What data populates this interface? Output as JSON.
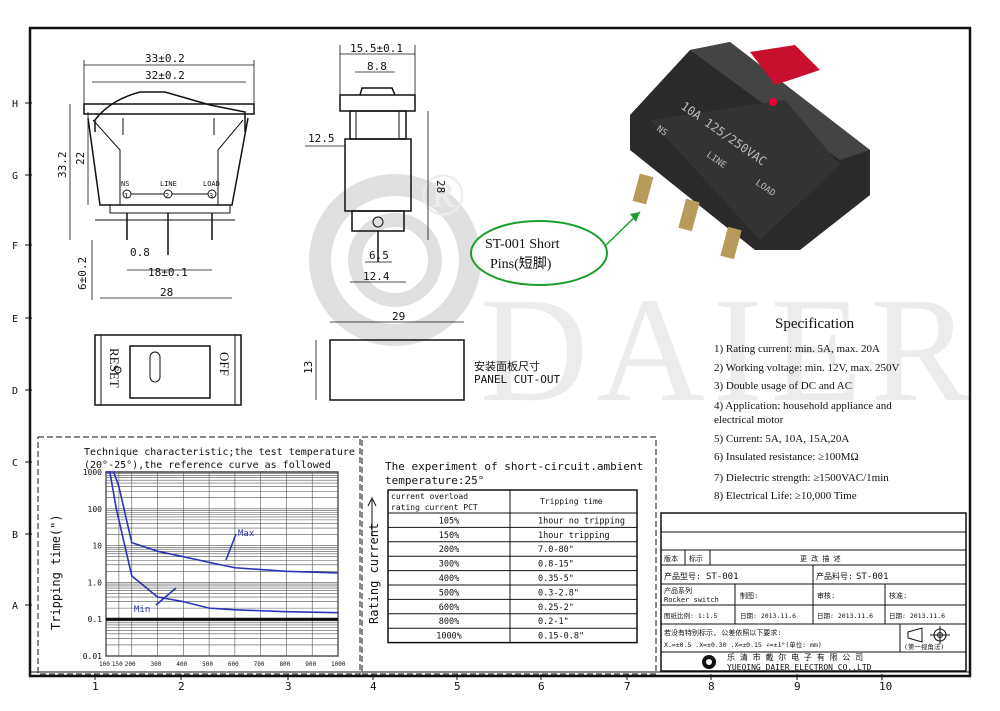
{
  "frame": {
    "rows": [
      "H",
      "G",
      "F",
      "E",
      "D",
      "C",
      "B",
      "A"
    ],
    "cols": [
      "1",
      "2",
      "3",
      "4",
      "5",
      "6",
      "7",
      "8",
      "9",
      "10"
    ]
  },
  "watermark": {
    "text": "DAIER",
    "reg": "®"
  },
  "front_view": {
    "dims": [
      "33±0.2",
      "32±0.2",
      "33.2",
      "22",
      "0.8",
      "18±0.1",
      "6±0.2",
      "28"
    ],
    "terminals": [
      "NS",
      "LINE",
      "LOAD"
    ],
    "terminal_numbers": [
      "1",
      "2",
      "3"
    ]
  },
  "side_view": {
    "dims": [
      "15.5±0.1",
      "8.8",
      "12.5",
      "28",
      "6.5",
      "12.4"
    ]
  },
  "top_view": {
    "reset": "RESET",
    "off": "OFF"
  },
  "cutout": {
    "width": "29",
    "height": "13",
    "label_cn": "安装面板尺寸",
    "label_en": "PANEL CUT-OUT"
  },
  "photo": {
    "case_text": "10A 125/250VAC",
    "term_labels": [
      "NS",
      "LINE",
      "LOAD"
    ],
    "callout": [
      "ST-001 Short",
      "Pins(短脚)"
    ]
  },
  "spec": {
    "title": "Specification",
    "items": [
      "1) Rating current: min. 5A, max. 20A",
      "2) Working voltage: min. 12V, max. 250V",
      "3) Double usage of DC and AC",
      "4) Application: household appliance and",
      "   electrical motor",
      "5) Current: 5A, 10A, 15A,20A",
      "6) Insulated resistance: ≥100MΩ",
      "7)  Dielectric strength: ≥1500VAC/1min",
      "8)  Electrical Life: ≥10,000  Time"
    ]
  },
  "chart_data": {
    "type": "line",
    "title": [
      "Technique characteristic;the test temperature",
      "(20°-25°),the reference curve as followed"
    ],
    "ylabel": "Tripping time(\")",
    "xlabel": "",
    "yscale": "log",
    "ylim": [
      0.01,
      1000
    ],
    "xlim": [
      100,
      1000
    ],
    "y_ticks": [
      "1000",
      "100",
      "10",
      "1.0",
      "0.1",
      "0.01"
    ],
    "x_ticks": [
      "100",
      "150",
      "200",
      "300",
      "400",
      "500",
      "600",
      "700",
      "800",
      "900",
      "1000"
    ],
    "grid": true,
    "series": [
      {
        "name": "Max",
        "x": [
          100,
          130,
          150,
          200,
          300,
          400,
          500,
          600,
          800,
          1000
        ],
        "y": [
          1000,
          1000,
          400,
          12,
          7,
          5,
          3.5,
          2.5,
          2.0,
          1.8
        ]
      },
      {
        "name": "Min",
        "x": [
          100,
          115,
          140,
          200,
          300,
          400,
          500,
          600,
          800,
          1000
        ],
        "y": [
          1000,
          1000,
          100,
          1.5,
          0.4,
          0.3,
          0.2,
          0.18,
          0.16,
          0.15
        ]
      }
    ]
  },
  "short_circuit": {
    "title": [
      "The experiment of short-circuit.ambient",
      "temperature:25°"
    ],
    "side_label": "Rating current",
    "headers": [
      "current overload",
      "rating current  PCT",
      "Tripping time"
    ],
    "rows": [
      [
        "105%",
        "1hour no tripping"
      ],
      [
        "150%",
        "1hour tripping"
      ],
      [
        "200%",
        "7.0-80\""
      ],
      [
        "300%",
        "0.8-15\""
      ],
      [
        "400%",
        "0.35-5\""
      ],
      [
        "500%",
        "0.3-2.8\""
      ],
      [
        "600%",
        "0.25-2\""
      ],
      [
        "800%",
        "0.2-1\""
      ],
      [
        "1000%",
        "0.15-0.8\""
      ]
    ]
  },
  "title_block": {
    "rev_headers": [
      "版本",
      "标示",
      "更  改  描  述"
    ],
    "product_no_label": "产品型号:",
    "product_no": "ST-001",
    "material_label": "产品料号:",
    "material_no": "ST-001",
    "series_label": "产品系列",
    "series_value": "Rocker switch",
    "draw_label": "制图:",
    "check_label": "审核:",
    "approve_label": "核准:",
    "scale": "图纸比例: 1:1.5",
    "date1": "日期: 2013.11.6",
    "date2": "日期: 2013.11.6",
    "date3": "日期: 2013.11.6",
    "tolerance_note": "若没有特别标示, 公差依照以下要求:",
    "tolerance": "X.=±0.5   .X=±0.30   .X=±0.15   ∠=±1°(单位: mm)",
    "projection": "(第一视角法)",
    "company_cn": "乐 清 市 戴 尔 电 子 有 限 公 司",
    "company_en": "YUEQING DAIER ELECTRON CO.,LTD"
  }
}
